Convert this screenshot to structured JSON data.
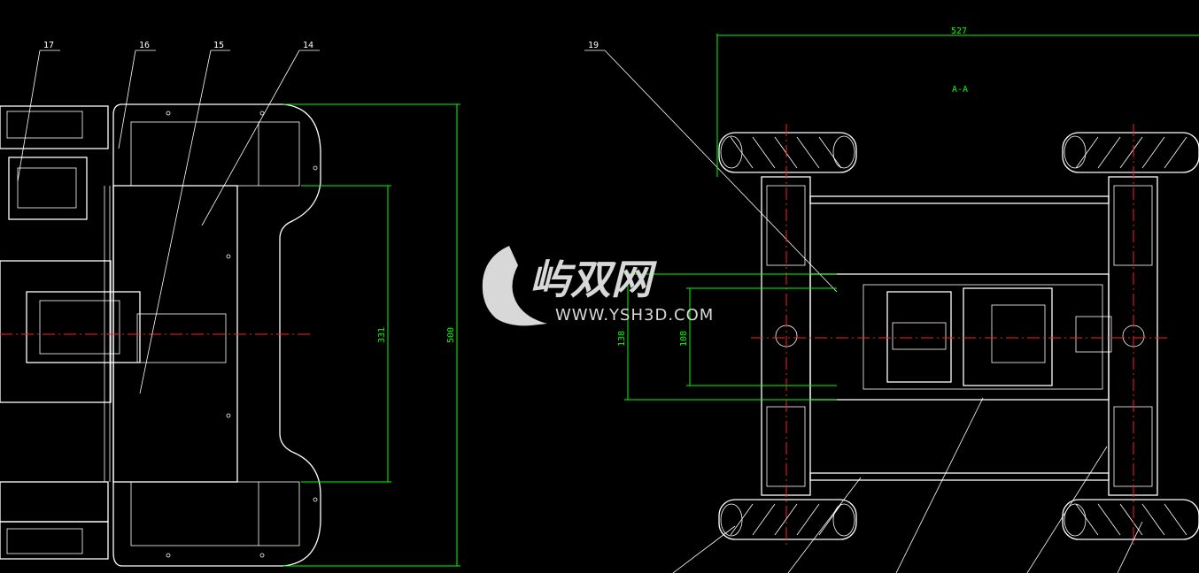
{
  "drawing": {
    "part_labels": [
      "17",
      "16",
      "15",
      "14",
      "19"
    ],
    "dimensions": {
      "overall_width": "527",
      "left_height_outer": "500",
      "left_height_inner": "331",
      "right_dim_a": "138",
      "right_dim_b": "108"
    },
    "section_label": "A-A"
  },
  "watermark": {
    "brand_cn": "屿双网",
    "url": "WWW.YSH3D.COM"
  },
  "colors": {
    "background": "#000000",
    "geometry": "#ffffff",
    "dimension": "#00ff00",
    "centerline": "#ff2020",
    "watermark": "#d8d8d8"
  }
}
